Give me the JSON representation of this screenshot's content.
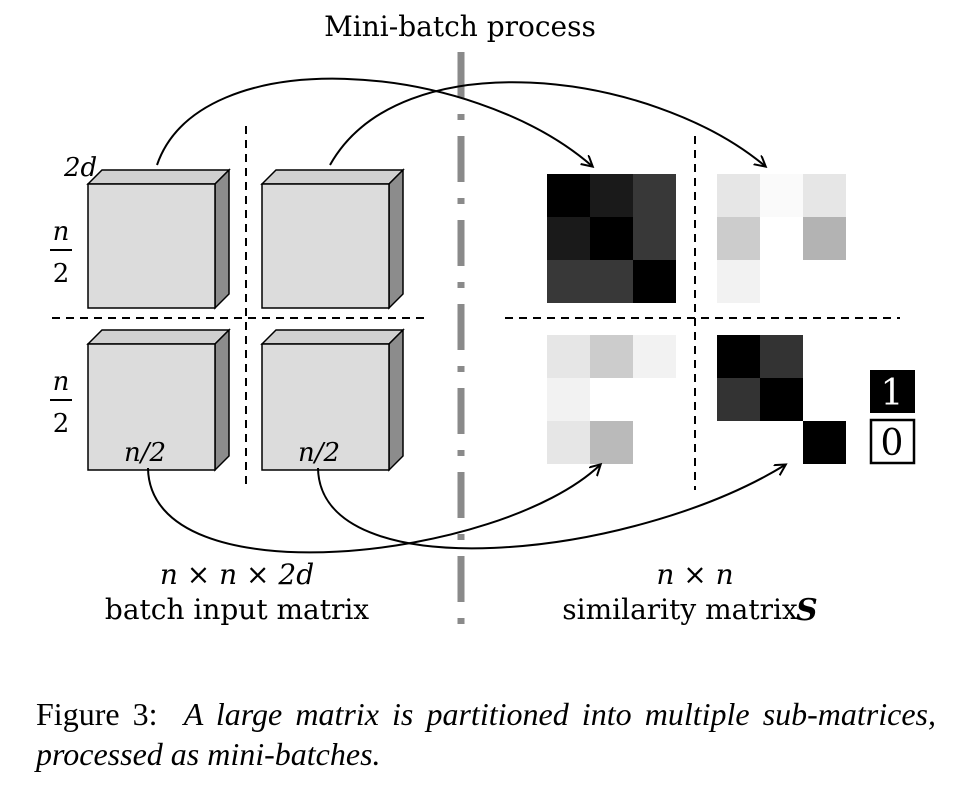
{
  "title": "Mini-batch process",
  "input_side": {
    "depth_label": "2d",
    "row_label_num": "n",
    "row_label_den": "2",
    "col_label": "n/2",
    "dims": "n × n × 2d",
    "name": "batch input matrix"
  },
  "output_side": {
    "dims": "n × n",
    "name": "similarity matrix",
    "symbol": "S",
    "blocks": [
      [
        [
          0.0,
          0.1,
          0.22
        ],
        [
          0.1,
          0.0,
          0.22
        ],
        [
          0.22,
          0.22,
          0.0
        ]
      ],
      [
        [
          0.9,
          0.98,
          0.9
        ],
        [
          0.8,
          1.0,
          0.7
        ],
        [
          0.95,
          1.0,
          1.0
        ]
      ],
      [
        [
          0.9,
          0.8,
          0.95
        ],
        [
          0.95,
          1.0,
          1.0
        ],
        [
          0.9,
          0.73,
          1.0
        ]
      ],
      [
        [
          0.0,
          0.2,
          1.0
        ],
        [
          0.2,
          0.0,
          1.0
        ],
        [
          1.0,
          1.0,
          0.0
        ]
      ]
    ]
  },
  "legend": {
    "high": "1",
    "low": "0"
  },
  "caption": {
    "prefix": "Figure 3:",
    "text": "A large matrix is partitioned into multiple sub-matrices, processed as mini-batches."
  }
}
